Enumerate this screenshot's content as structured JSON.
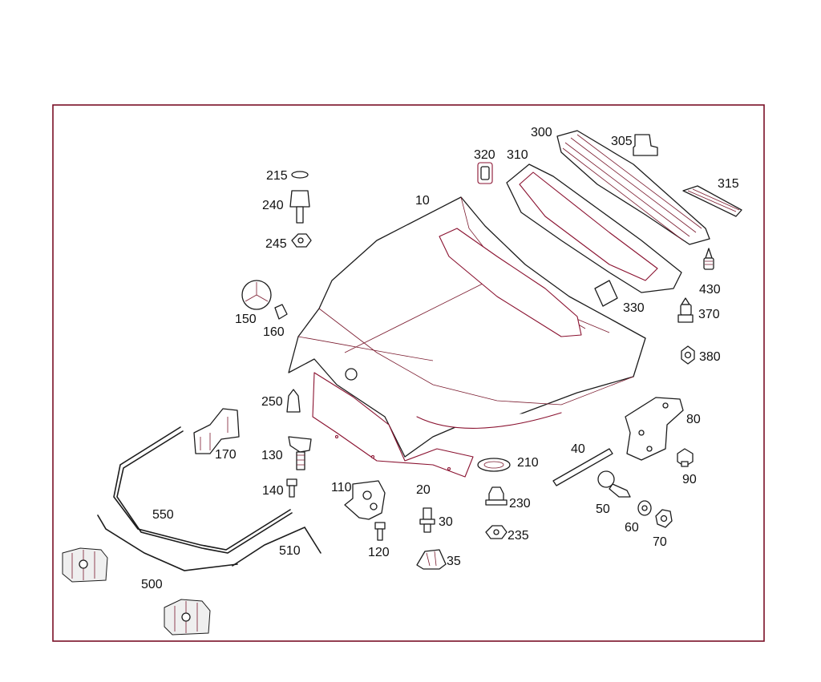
{
  "diagram": {
    "part_numbers": [
      "10",
      "20",
      "30",
      "35",
      "40",
      "50",
      "60",
      "70",
      "80",
      "90",
      "110",
      "120",
      "130",
      "140",
      "150",
      "160",
      "170",
      "210",
      "215",
      "230",
      "235",
      "240",
      "245",
      "250",
      "300",
      "305",
      "310",
      "315",
      "320",
      "330",
      "370",
      "380",
      "430",
      "500",
      "510",
      "550"
    ]
  },
  "colors": {
    "frame": "#7a0f26",
    "line": "#1c1c1c",
    "accent": "#8a1230"
  }
}
